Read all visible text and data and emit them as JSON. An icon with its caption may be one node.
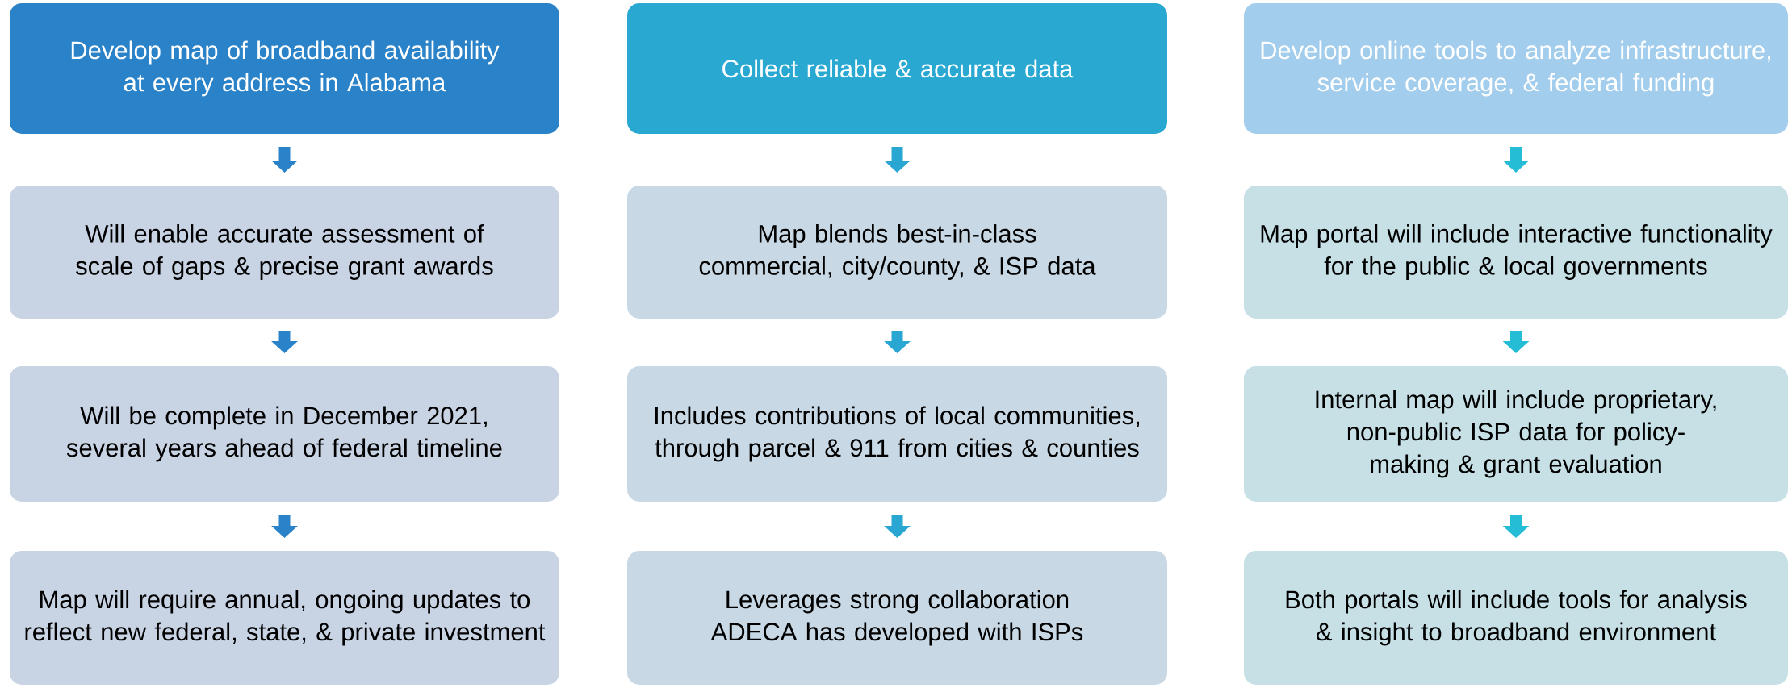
{
  "diagram": {
    "nodes": [
      {
        "text": [
          "Develop map of broadband availability at every address in Alabama"
        ]
      },
      {
        "text": [
          "Will enable accurate assessment of scale of gaps & precise grant awards"
        ]
      },
      {
        "text": [
          "Will be complete in December 2021, several years ahead of federal timeline"
        ]
      },
      {
        "text": [
          "Map will require annual, ongoing updates to reflect new federal, state, & private investment"
        ]
      },
      {
        "text": [
          "Collect reliable & accurate data"
        ]
      },
      {
        "text": [
          "Map blends best-in-class commercial, city/county, & ISP data"
        ]
      },
      {
        "text": [
          "Includes contributions of local communities, through parcel & 911 from cities & counties"
        ]
      },
      {
        "text": [
          "Leverages strong collaboration ADECA has developed with ISPs"
        ]
      },
      {
        "text": [
          "Develop online tools to analyze infrastructure, service coverage, & federal funding"
        ]
      },
      {
        "text": [
          "Map portal will include interactive functionality for the public & local governments"
        ]
      },
      {
        "text": [
          "Internal map will include proprietary, non-public ISP data for policy-making & grant evaluation"
        ]
      },
      {
        "text": [
          "Both portals will include tools for analysis & insight to broadband environment"
        ]
      }
    ],
    "edges": [
      {
        "from": 0,
        "to": 1,
        "arrow": "to",
        "color": "#2a82c8"
      },
      {
        "from": 1,
        "to": 2,
        "arrow": "to",
        "color": "#2a82c8"
      },
      {
        "from": 2,
        "to": 3,
        "arrow": "to",
        "color": "#2a82c8"
      },
      {
        "from": 4,
        "to": 5,
        "arrow": "to",
        "color": "#29a6d2"
      },
      {
        "from": 5,
        "to": 6,
        "arrow": "to",
        "color": "#29a6d2"
      },
      {
        "from": 6,
        "to": 7,
        "arrow": "to",
        "color": "#29a6d2"
      },
      {
        "from": 8,
        "to": 9,
        "arrow": "to",
        "color": "#25bcd6"
      },
      {
        "from": 9,
        "to": 10,
        "arrow": "to",
        "color": "#25bcd6"
      },
      {
        "from": 10,
        "to": 11,
        "arrow": "to",
        "color": "#25bcd6"
      }
    ]
  }
}
